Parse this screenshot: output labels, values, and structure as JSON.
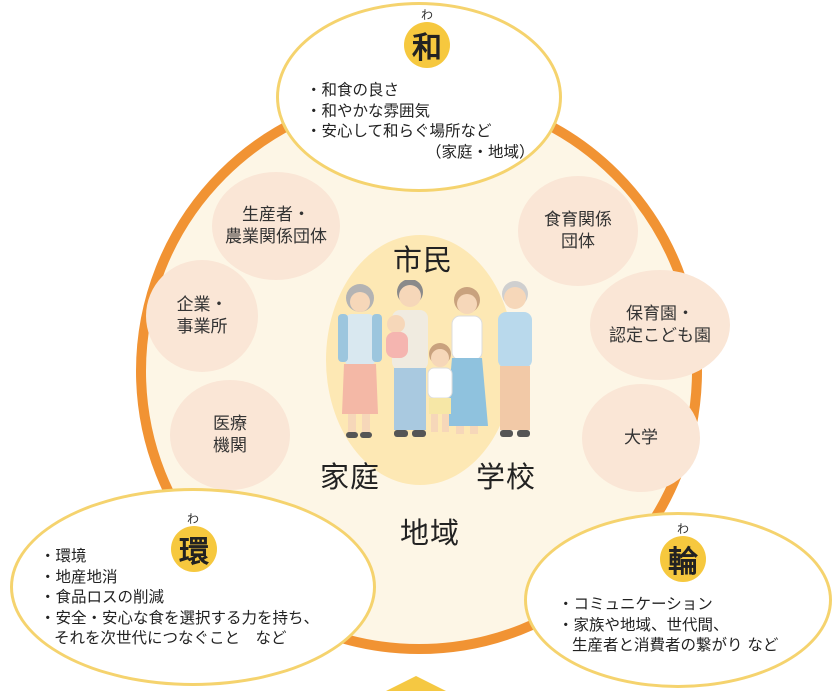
{
  "top": {
    "ruby": "わ",
    "kanji": "和",
    "lines": [
      "・和食の良さ",
      "・和やかな雰囲気",
      "・安心して和らぐ場所など",
      "（家庭・地域）"
    ]
  },
  "left": {
    "ruby": "わ",
    "kanji": "環",
    "lines": [
      "・環境",
      "・地産地消",
      "・食品ロスの削減",
      "・安全・安心な食を選択する力を持ち、",
      "それを次世代につなぐこと　など"
    ]
  },
  "right": {
    "ruby": "わ",
    "kanji": "輪",
    "lines": [
      "・コミュニケーション",
      "・家族や地域、世代間、",
      "生産者と消費者の繋がり など"
    ]
  },
  "center": {
    "citizens": "市民",
    "home": "家庭",
    "school": "学校",
    "region": "地域"
  },
  "orgs": {
    "producers": [
      "生産者・",
      "農業関係団体"
    ],
    "business": [
      "企業・",
      "事業所"
    ],
    "medical": [
      "医療",
      "機関"
    ],
    "food_edu": [
      "食育関係",
      "団体"
    ],
    "nursery": [
      "保育園・",
      "認定こども園"
    ],
    "university": [
      "大学"
    ]
  },
  "colors": {
    "ring": "#f19333",
    "badge": "#f6c83e",
    "bubble_border": "#f5d36e",
    "org_fill": "#fae6d6",
    "center_fill": "#fde8b4"
  }
}
